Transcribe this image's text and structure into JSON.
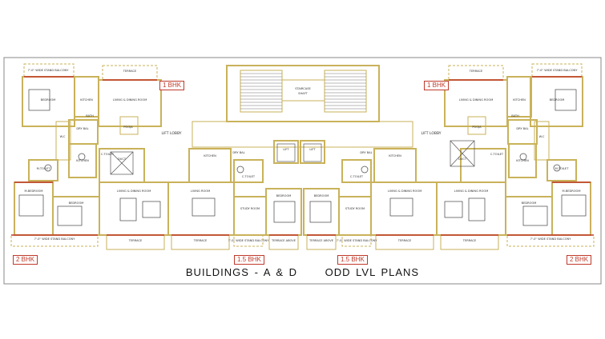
{
  "title": {
    "left": "BUILDINGS - A & D",
    "right": "ODD LVL PLANS"
  },
  "unit_tags": {
    "top_left": "1 BHK",
    "top_right": "1 BHK",
    "bottom_left": "2 BHK",
    "bottom_mid_left": "1.5 BHK",
    "bottom_mid_right": "1.5 BHK",
    "bottom_right": "2 BHK"
  },
  "labels": {
    "terrace": "TERRACE",
    "terrace_above": "TERRACE ABOVE",
    "bedroom": "BEDROOM",
    "master_bedroom": "M.BEDROOM",
    "kitchen": "KITCHEN",
    "living_dining": "LIVING & DINING ROOM",
    "living_room": "LIVING ROOM",
    "study_room": "STUDY ROOM",
    "dry_bal": "DRY BAL",
    "c_toilet": "C.TOILET",
    "m_toilet": "M.TOILET",
    "duct": "DUCT",
    "staircase": "STAIRCASE",
    "shaft": "SHAFT",
    "lift_lobby": "LIFT LOBBY",
    "lift": "LIFT",
    "balcony_note": "7'-0\" WIDE STAND BALCONY",
    "bath": "BATH",
    "wc": "W.C",
    "pooja": "POOJA"
  },
  "colors": {
    "wall": "#c9b25a",
    "red_line": "#c0392b",
    "furniture": "#444444"
  }
}
